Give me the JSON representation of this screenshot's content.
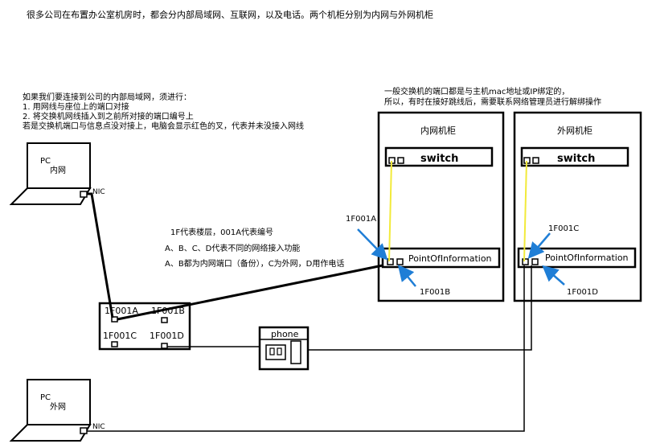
{
  "intro": "很多公司在布置办公室机房时，都会分内部局域网、互联网，以及电话。两个机柜分别为内网与外网机柜",
  "left_notes": [
    "如果我们要连接到公司的内部局域网，须进行：",
    "1. 用网线与座位上的端口对接",
    "2. 将交换机网线插入到之前所对接的端口编号上",
    "若是交换机端口与信息点没对接上，电脑会显示红色的叉，代表并未没接入网线"
  ],
  "right_notes": [
    "一般交换机的端口都是与主机mac地址或IP绑定的，",
    "所以，有时在接好跳线后，需要联系网络管理员进行解绑操作"
  ],
  "middle_notes": [
    "1F代表楼层，001A代表编号",
    "A、B、C、D代表不同的网络接入功能",
    "A、B都为内网端口（备份），C为外网，D用作电话"
  ],
  "pc_top": {
    "label": "PC",
    "sublabel": "内网",
    "nic": "NIC"
  },
  "pc_bottom": {
    "label": "PC",
    "sublabel": "外网",
    "nic": "NIC"
  },
  "outlet": {
    "ports": [
      "1F001A",
      "1F001B",
      "1F001C",
      "1F001D"
    ]
  },
  "phone": {
    "label": "phone"
  },
  "cabinet_inner": {
    "title": "内网机柜",
    "switch": "switch",
    "poi": "PointOfInformation",
    "label_top": "1F001A",
    "label_bottom": "1F001B"
  },
  "cabinet_outer": {
    "title": "外网机柜",
    "switch": "switch",
    "poi": "PointOfInformation",
    "label_top": "1F001C",
    "label_bottom": "1F001D"
  },
  "colors": {
    "line": "#000000",
    "jumper": "#f2ea3a",
    "arrow": "#1f7ed6"
  }
}
